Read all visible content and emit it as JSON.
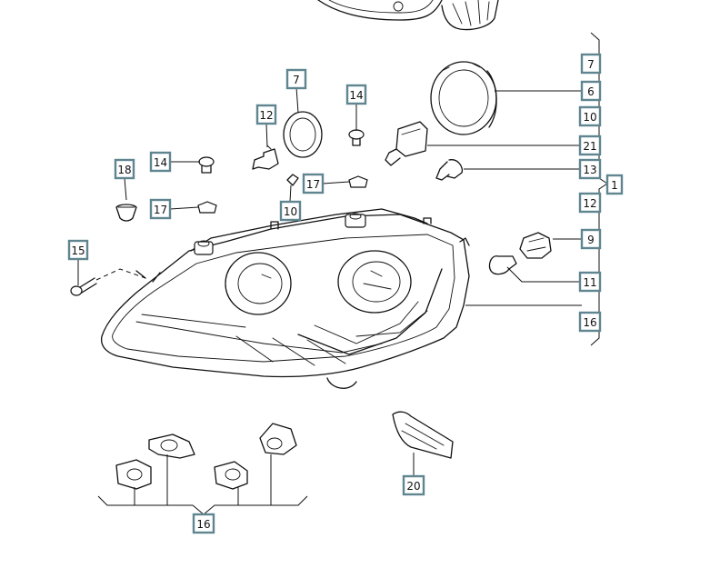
{
  "callouts": {
    "c7a": "7",
    "c14a": "14",
    "c12a": "12",
    "c18": "18",
    "c14b": "14",
    "c17a": "17",
    "c17b": "17",
    "c10a": "10",
    "c15": "15",
    "c7b": "7",
    "c6": "6",
    "c10b": "10",
    "c21": "21",
    "c13": "13",
    "c1": "1",
    "c12b": "12",
    "c9": "9",
    "c11": "11",
    "c16a": "16",
    "c16b": "16",
    "c20": "20"
  },
  "colors": {
    "callout_border": "#5f8590",
    "line": "#111111",
    "background": "#ffffff"
  }
}
